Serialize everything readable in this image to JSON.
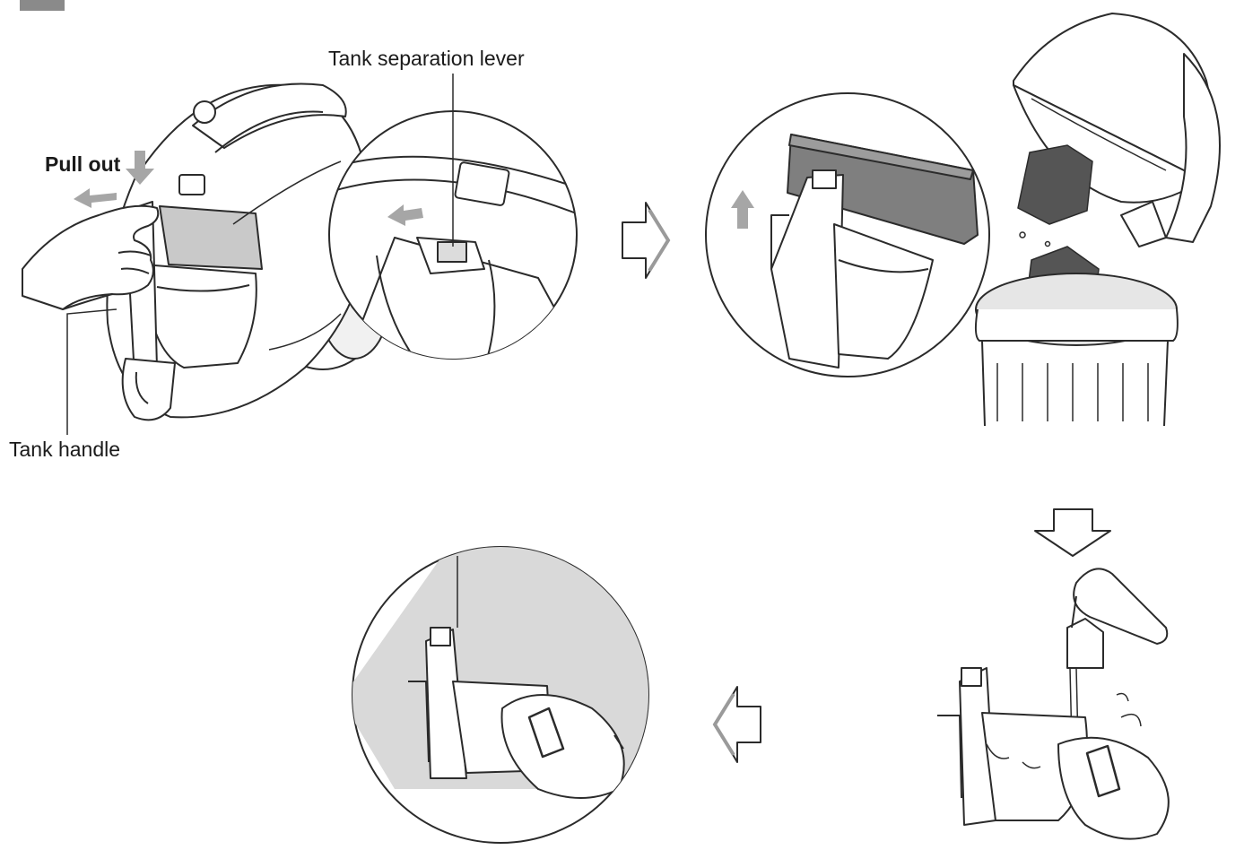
{
  "labels": {
    "tank_separation_lever": "Tank separation lever",
    "pull_out": "Pull out",
    "tank_handle": "Tank handle"
  },
  "icons": {
    "step_arrow_1": "arrow-right-icon",
    "step_arrow_2": "arrow-down-icon",
    "step_arrow_3": "arrow-left-icon"
  },
  "colors": {
    "line": "#2b2b2b",
    "shade": "#d9d9d9",
    "arrow_fill": "#ffffff",
    "dust": "#555555"
  }
}
